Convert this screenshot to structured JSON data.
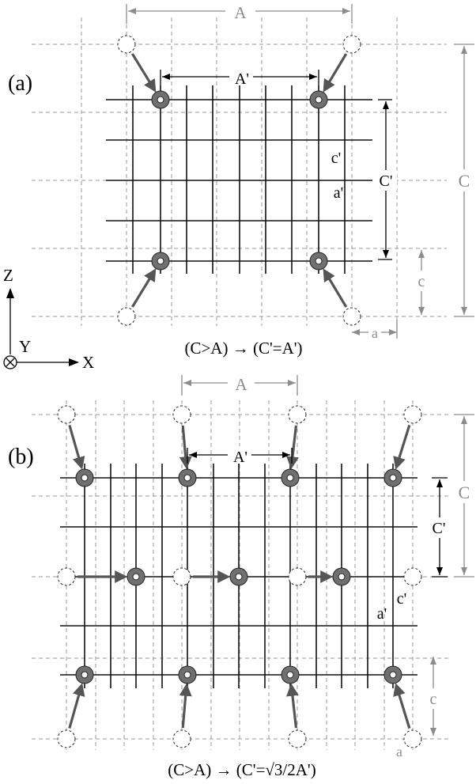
{
  "colors": {
    "grid_dashed": "#9a9a9a",
    "grid_solid": "#111111",
    "dimension_gray": "#8c8c8c",
    "dimension_black": "#000000",
    "arrow": "#555555",
    "atom_fill": "#707070",
    "background": "#ffffff"
  },
  "panel_a": {
    "label": "(a)",
    "dim_A": "A",
    "dim_A_prime": "A'",
    "dim_C": "C",
    "dim_C_prime": "C'",
    "dim_c": "c",
    "dim_a": "a",
    "lbl_c_prime": "c'",
    "lbl_a_prime": "a'",
    "caption": "(C>A) → (C'=A')"
  },
  "axes": {
    "z_label": "Z",
    "y_label": "Y",
    "x_label": "X"
  },
  "panel_b": {
    "label": "(b)",
    "dim_A": "A",
    "dim_A_prime": "A'",
    "dim_C": "C",
    "dim_C_prime": "C'",
    "dim_c": "c",
    "dim_a": "a",
    "lbl_c_prime": "c'",
    "lbl_a_prime": "a'",
    "caption": "(C>A) → (C'=√3/2A')"
  }
}
